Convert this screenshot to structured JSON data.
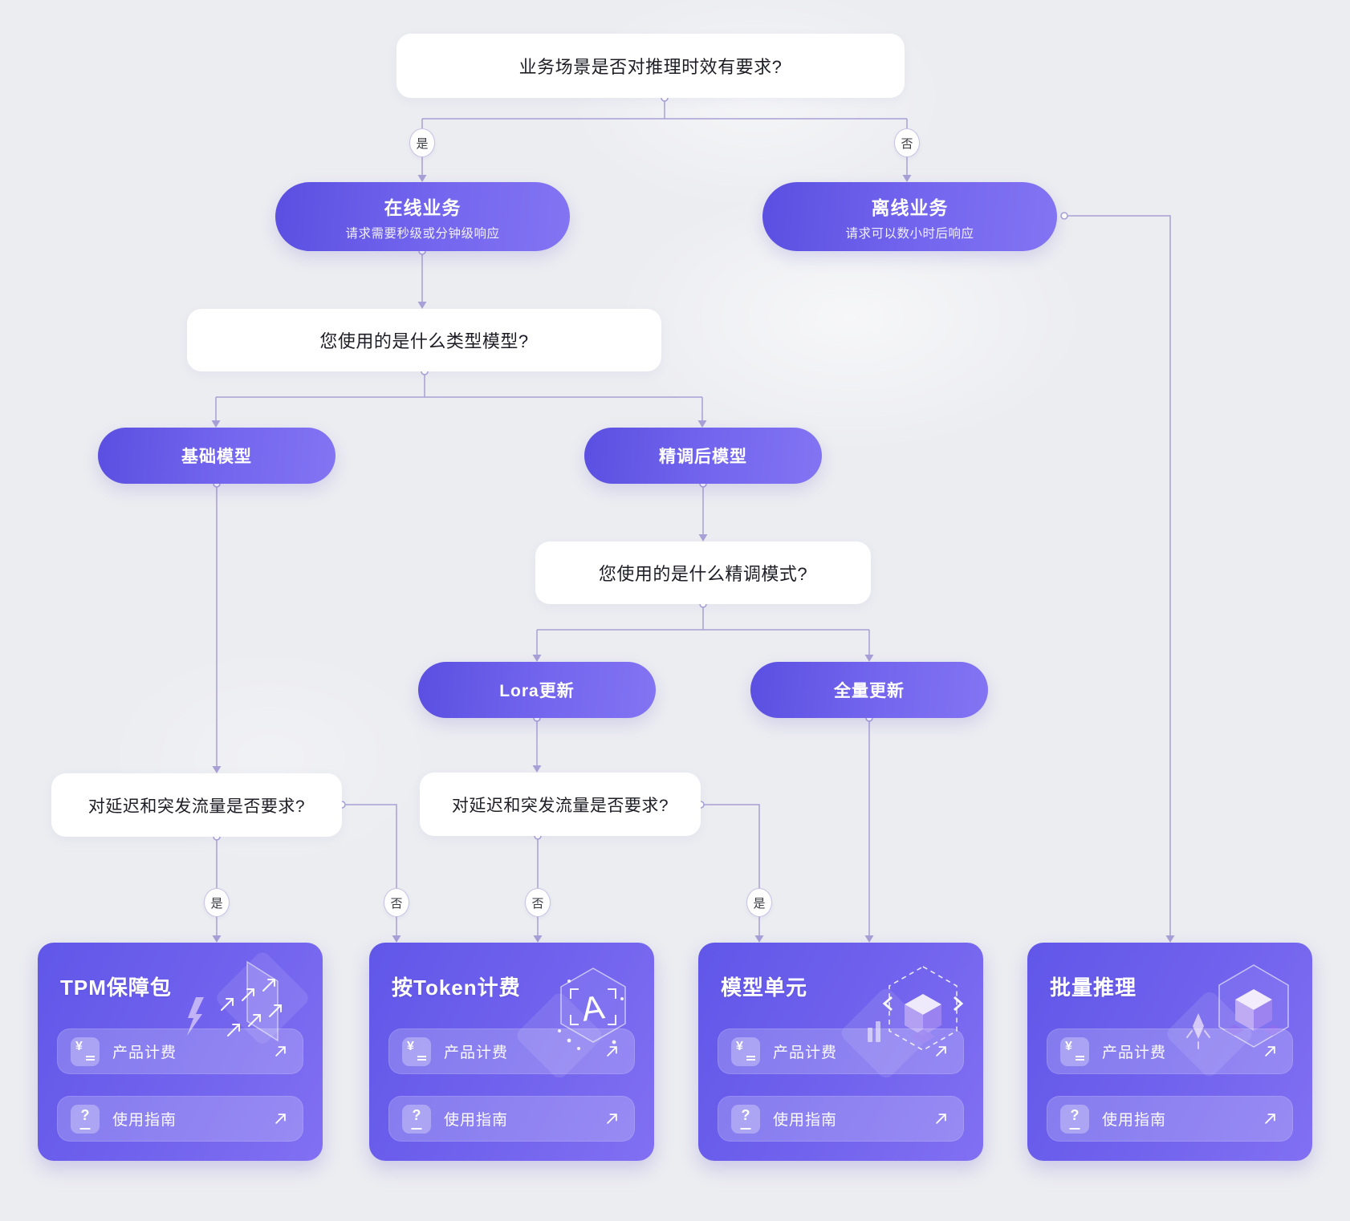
{
  "nodes": {
    "q_timeliness": "业务场景是否对推理时效有要求?",
    "online": {
      "title": "在线业务",
      "subtitle": "请求需要秒级或分钟级响应"
    },
    "offline": {
      "title": "离线业务",
      "subtitle": "请求可以数小时后响应"
    },
    "q_model_type": "您使用的是什么类型模型?",
    "base_model": "基础模型",
    "tuned_model": "精调后模型",
    "q_tuning_mode": "您使用的是什么精调模式?",
    "lora_update": "Lora更新",
    "full_update": "全量更新",
    "q_latency_base": "对延迟和突发流量是否要求?",
    "q_latency_lora": "对延迟和突发流量是否要求?"
  },
  "edge_labels": {
    "timeliness_yes": "是",
    "timeliness_no": "否",
    "latency_base_yes": "是",
    "latency_base_no": "否",
    "latency_lora_no": "否",
    "latency_lora_yes": "是"
  },
  "icons": {
    "billing_glyph": "¥",
    "guide_glyph": "?"
  },
  "cards": [
    {
      "title": "TPM保障包",
      "illustration": "arrows-up-right",
      "billing_label": "产品计费",
      "guide_label": "使用指南"
    },
    {
      "title": "按Token计费",
      "illustration": "token-hexagon-a",
      "billing_label": "产品计费",
      "guide_label": "使用指南"
    },
    {
      "title": "模型单元",
      "illustration": "dashed-isometric-cube",
      "billing_label": "产品计费",
      "guide_label": "使用指南"
    },
    {
      "title": "批量推理",
      "illustration": "batch-cubes",
      "billing_label": "产品计费",
      "guide_label": "使用指南"
    }
  ],
  "colors": {
    "background": "#ecedf1",
    "connector": "#a8a0d6",
    "pill_gradient_start": "#5a4fe1",
    "pill_gradient_end": "#8374f3",
    "card_gradient_start": "#6056e8",
    "card_gradient_end": "#8170f2"
  }
}
